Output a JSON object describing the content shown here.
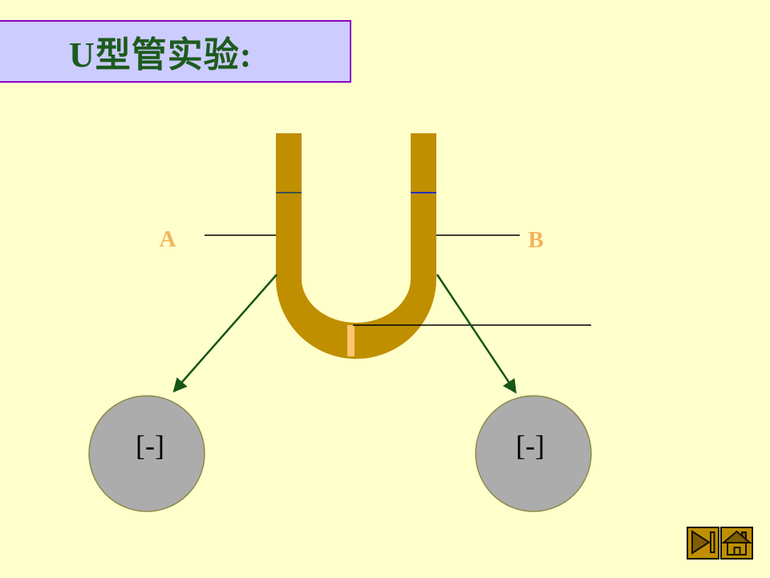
{
  "slide": {
    "title": "U型管实验:",
    "diagram": {
      "label_a": "A",
      "label_b": "B",
      "left_placeholder": "[-]",
      "right_placeholder": "[-]"
    },
    "nav": {
      "next_icon": "play-next-icon",
      "home_icon": "home-icon"
    },
    "colors": {
      "background": "#FFFFCC",
      "title_bg": "#CCCCFF",
      "title_border": "#8A00C8",
      "title_text": "#1D5B1D",
      "tube": "#BF8F00",
      "tube_highlight": "#FFC470",
      "left_mark": "#40504C",
      "right_mark": "#2333C0",
      "label_tan": "#F2B35E",
      "arrow_green": "#155515",
      "circle_fill": "#ACACAC",
      "circle_border": "#8B8B4A",
      "button_gold": "#BF8F00"
    }
  }
}
